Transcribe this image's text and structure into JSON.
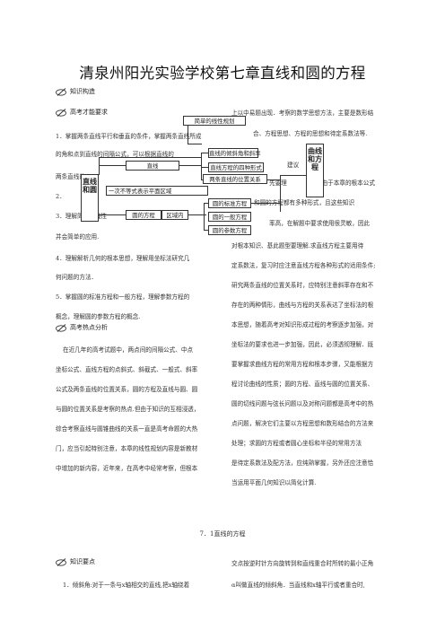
{
  "doc": {
    "title": "清泉州阳光实验学校第七章直线和圆的方程",
    "sections": {
      "structure": "知识构造",
      "requirements": "高考才能要求",
      "analysis": "高考热点分析",
      "points": "知识要点"
    },
    "requirements_lines": [
      "1．掌握两条直线平行和垂直的条件，掌握两条直线所成",
      "的角和点到直线的间隔公式，可以根据直线的",
      "两条直线的",
      "2．",
      "3．理解简单的线性",
      "并会简单的应用.",
      "4．理解解析几何的根本思想，理解用坐标法研究几",
      "何问题的方法．",
      "5．掌握圆的标准方程和一般方程，理解参数方程的",
      "概念，理解圆的参数方程的概念."
    ],
    "right_top_lines": [
      "上以中易题出现．考察的数学思想方法，主要是数形结",
      "合、方程思想、方程的思想和待定系数法等.",
      "建议",
      "先要理",
      "，由于本章的根本公式",
      "和圆的方程都有多种形式，且这些知识",
      "率高，在解题中要求使用很灵敏，因此"
    ],
    "analysis_lines": [
      "在近几年的高考试题中，两点间的间隔公式、中点",
      "坐标公式、直线方程的点斜式、斜截式、一般式、斜率",
      "公式及两条直线的位置关系，圆的方程及直线与圆、圆",
      "与圆的位置关系是考察的热点.但由于知识的互相浸透，",
      "综合考察直线与圆锥曲线的关系一直是高考命题的大热",
      "门，应当引起特别注意，本章的线性规划内容是新教材",
      "中增加的新内容，近年来，在高考中经常考察，但根本"
    ],
    "right_lines": [
      "对根本知识、基此题型要理解.求直线方程主要用待",
      "定系数法，复习时应注意直线方程各种形式的适用条件;",
      "研究两条直线的位置关系时，应特别注意斜率存在和不",
      "存在的两种情形，曲线与方程的关系表达了坐标法的根",
      "本思想，随着高考对知识形成过程的考察逐步加强，对",
      "坐标法的要求也进一步加强，因此，必须透彻理解．既",
      "要掌握求曲线方程的常用方程和根本步骤，又能根据方",
      "程讨论曲线的性质；圆的方程、直线与圆的位置关系、",
      "圆的切线问题与弦长问题以及对称问题都是高考中的热",
      "点问题，解决它们主要以方程思想和数形结合的方法来",
      "处理；求圆的方程或者圆心坐标和半径的常用方法",
      "是待定系数法及配方法，应纯熟掌握，另外还应注意恰",
      "当运用平面几何知识以简化计算."
    ],
    "section_caption": "7．1直线的方程",
    "bottom_left": "1．倾斜角:对于一条与x轴相交的直线,把x轴绕着",
    "bottom_right": [
      "交点按逆时针方向旋转到和直线重合时所转的最小正角",
      "α叫做直线的倾斜角．当直线和x轴平行或者重合时,"
    ],
    "diagram": {
      "left_box": "直线和圆",
      "right_box": "曲线和方程",
      "line_box": "直线",
      "circle_box": "圆的方程",
      "region_box": "区域内",
      "top_box": "简单的线性规划",
      "line_items": [
        "直线的倾斜角和斜率",
        "直线方程的四种形式",
        "两条直线的位置关系"
      ],
      "circle_items": [
        "圆的标准方程",
        "圆的一般方程",
        "圆的参数方程"
      ],
      "fragments": [
        "一次不等式表示平面区域"
      ]
    }
  }
}
